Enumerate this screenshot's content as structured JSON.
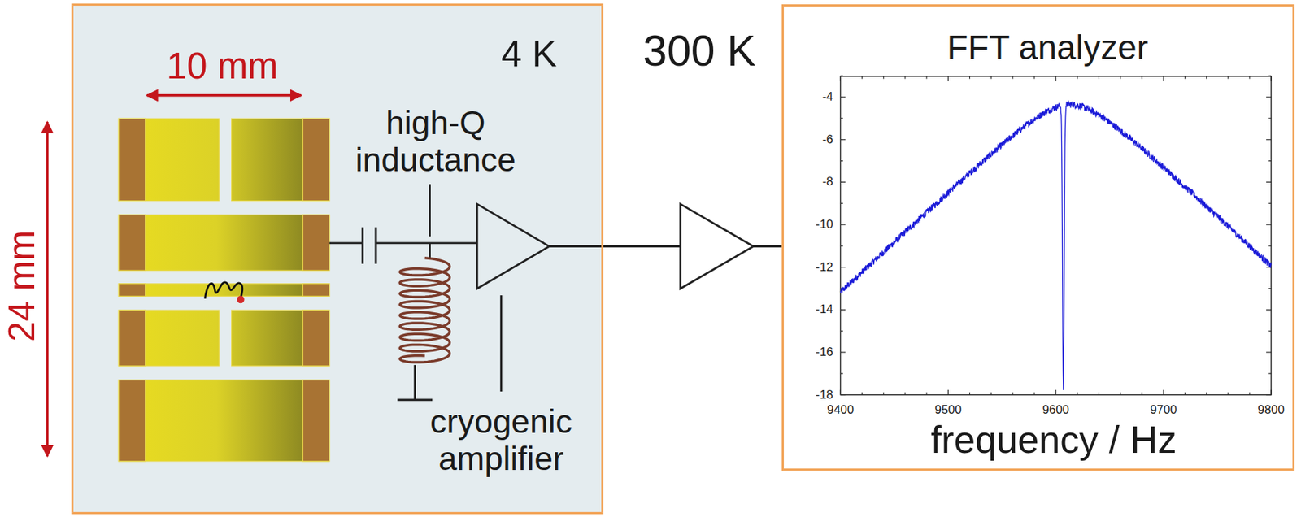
{
  "diagram": {
    "nodes": [
      {
        "text": [
          "4 K"
        ]
      },
      {
        "text": [
          "FFT analyzer"
        ]
      }
    ],
    "edges": [
      {
        "from": 0,
        "to": 1,
        "arrow": "none"
      }
    ],
    "labels": [
      "10 mm",
      "24 mm",
      "high-Q inductance",
      "cryogenic amplifier",
      "300 K",
      "frequency / Hz",
      "-4",
      "-6",
      "-8",
      "-10",
      "-12",
      "-14",
      "-16",
      "-18",
      "9400",
      "9500",
      "9600",
      "9700",
      "9800"
    ]
  }
}
